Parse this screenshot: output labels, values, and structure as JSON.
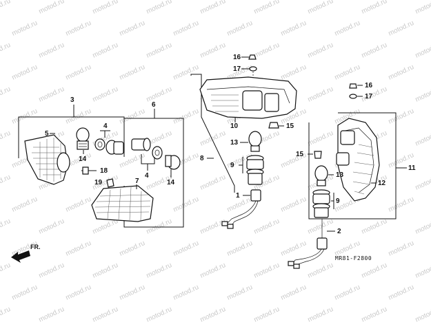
{
  "diagram": {
    "watermark": "motod.ru",
    "drawing_code": "MR81-F2800",
    "direction_label": "FR.",
    "callouts": {
      "c1": "1",
      "c2": "2",
      "c3": "3",
      "c4a": "4",
      "c4b": "4",
      "c5": "5",
      "c6": "6",
      "c7": "7",
      "c8": "8",
      "c9a": "9",
      "c9b": "9",
      "c10": "10",
      "c11": "11",
      "c12": "12",
      "c13a": "13",
      "c13b": "13",
      "c14a": "14",
      "c14b": "14",
      "c15a": "15",
      "c15b": "15",
      "c16a": "16",
      "c16b": "16",
      "c17a": "17",
      "c17b": "17",
      "c18": "18",
      "c19": "19"
    }
  }
}
